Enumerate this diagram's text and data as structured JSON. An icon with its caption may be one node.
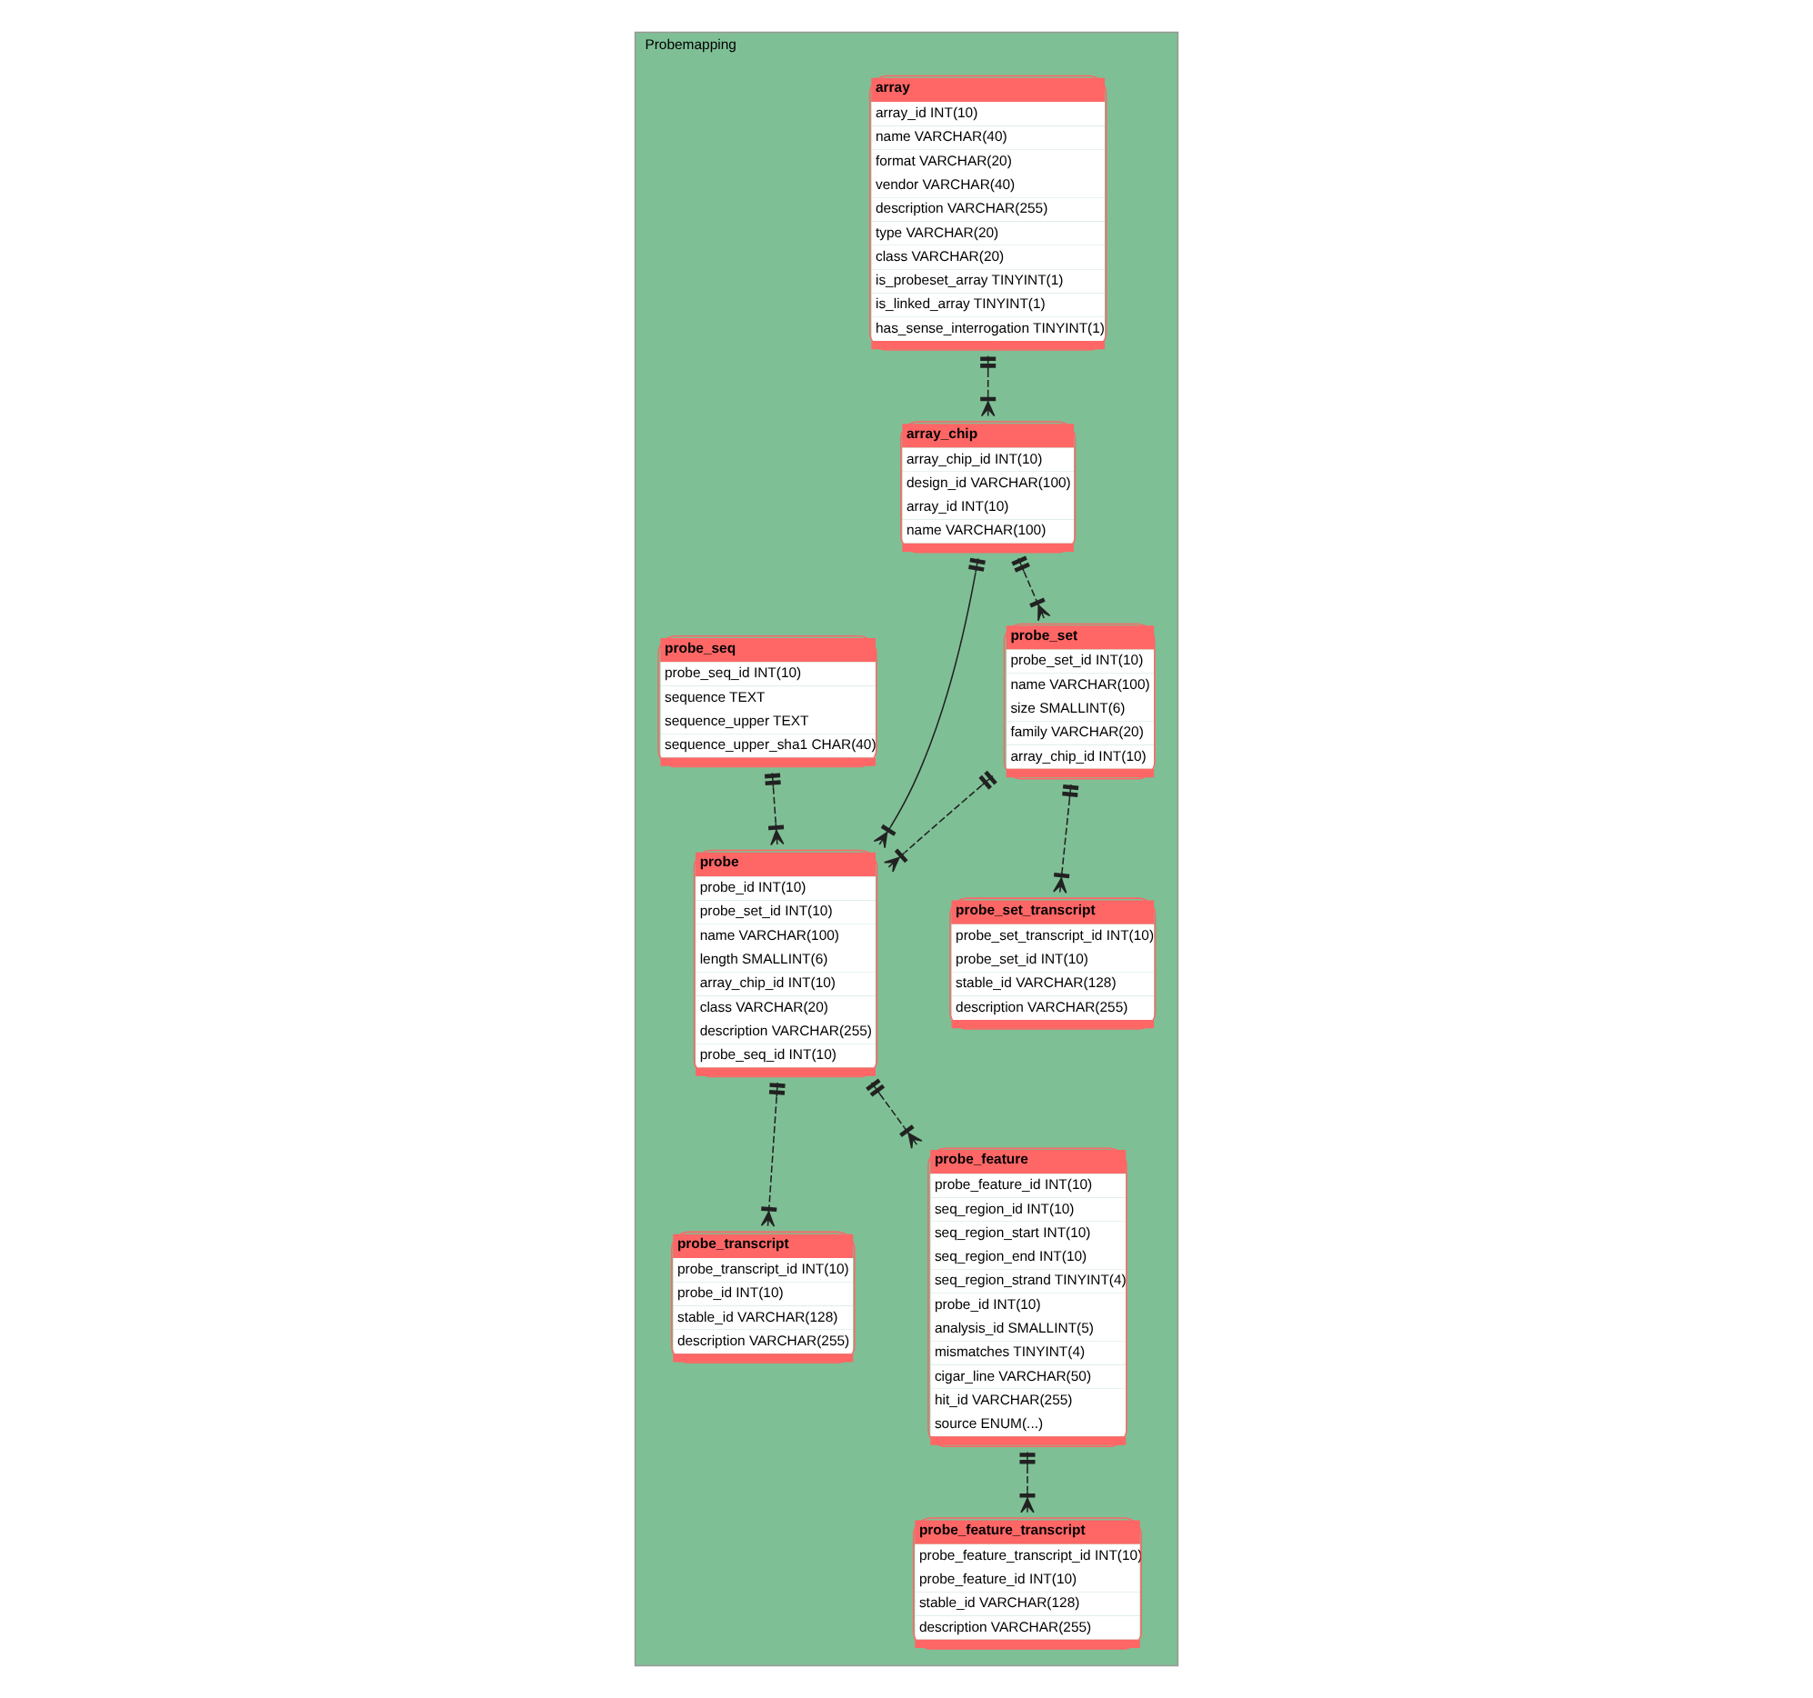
{
  "diagram": {
    "nodes": [
      {
        "text": [
          "Probemapping"
        ]
      },
      {
        "text": [
          "array",
          "array_id INT(10)",
          "name VARCHAR(40)",
          "format VARCHAR(20)",
          "vendor VARCHAR(40)",
          "description VARCHAR(255)",
          "type VARCHAR(20)",
          "class VARCHAR(20)",
          "is_probeset_array TINYINT(1)",
          "is_linked_array TINYINT(1)",
          "has_sense_interrogation TINYINT(1)"
        ],
        "in": 0
      },
      {
        "text": [
          "array_chip",
          "array_chip_id INT(10)",
          "design_id VARCHAR(100)",
          "array_id INT(10)",
          "name VARCHAR(100)"
        ],
        "in": 0
      },
      {
        "text": [
          "probe_set",
          "probe_set_id INT(10)",
          "name VARCHAR(100)",
          "size SMALLINT(6)",
          "family VARCHAR(20)",
          "array_chip_id INT(10)"
        ],
        "in": 0
      },
      {
        "text": [
          "probe_set_transcript",
          "probe_set_transcript_id INT(10)",
          "probe_set_id INT(10)",
          "stable_id VARCHAR(128)",
          "description VARCHAR(255)"
        ],
        "in": 0
      },
      {
        "text": [
          "probe",
          "probe_id INT(10)",
          "probe_set_id INT(10)",
          "name VARCHAR(100)",
          "length SMALLINT(6)",
          "array_chip_id INT(10)",
          "class VARCHAR(20)",
          "description VARCHAR(255)",
          "probe_seq_id INT(10)"
        ],
        "in": 0
      },
      {
        "text": [
          "probe_transcript",
          "probe_transcript_id INT(10)",
          "probe_id INT(10)",
          "stable_id VARCHAR(128)",
          "description VARCHAR(255)"
        ],
        "in": 0
      },
      {
        "text": [
          "probe_seq",
          "probe_seq_id INT(10)",
          "sequence TEXT",
          "sequence_upper TEXT",
          "sequence_upper_sha1 CHAR(40)"
        ],
        "in": 0
      },
      {
        "text": [
          "probe_feature",
          "probe_feature_id INT(10)",
          "seq_region_id INT(10)",
          "seq_region_start INT(10)",
          "seq_region_end INT(10)",
          "seq_region_strand TINYINT(4)",
          "probe_id INT(10)",
          "analysis_id SMALLINT(5)",
          "mismatches TINYINT(4)",
          "cigar_line VARCHAR(50)",
          "hit_id VARCHAR(255)",
          "source ENUM(...)"
        ],
        "in": 0
      },
      {
        "text": [
          "probe_feature_transcript",
          "probe_feature_transcript_id INT(10)",
          "probe_feature_id INT(10)",
          "stable_id VARCHAR(128)",
          "description VARCHAR(255)"
        ],
        "in": 0
      }
    ],
    "edges": [
      {
        "from": 1,
        "to": 2,
        "arrow": "other",
        "style": "dashed"
      },
      {
        "from": 2,
        "to": 3,
        "arrow": "other",
        "style": "dashed"
      },
      {
        "from": 3,
        "to": 4,
        "arrow": "other",
        "style": "dashed"
      },
      {
        "from": 3,
        "to": 5,
        "arrow": "other",
        "style": "dashed"
      },
      {
        "from": 2,
        "to": 5,
        "arrow": "other"
      },
      {
        "from": 7,
        "to": 5,
        "arrow": "other",
        "style": "dashed"
      },
      {
        "from": 5,
        "to": 6,
        "arrow": "other",
        "style": "dashed"
      },
      {
        "from": 5,
        "to": 8,
        "arrow": "other",
        "style": "dashed"
      },
      {
        "from": 8,
        "to": 9,
        "arrow": "other",
        "style": "dashed"
      }
    ]
  }
}
